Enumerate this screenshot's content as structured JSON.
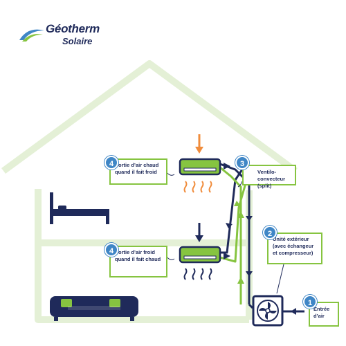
{
  "logo": {
    "line1": "Géotherm",
    "line2": "Solaire"
  },
  "steps": [
    {
      "number": "1",
      "label": "Entrée d’air"
    },
    {
      "number": "2",
      "label": "Unité extérieur (avec échangeur et compresseur)"
    },
    {
      "number": "3",
      "label": "Ventilo-convecteur (split)"
    },
    {
      "number": "4",
      "label": "Sortie d’air chaud quand il fait froid"
    },
    {
      "number": "4",
      "label": "Sortie d’air froid quand il fait chaud"
    }
  ],
  "colors": {
    "house": "#e4f0d6",
    "navy": "#1f2a5a",
    "green": "#86c440",
    "orange": "#f08c3c",
    "badge": "#3f86c6"
  },
  "icons": [
    "logo-mark-icon",
    "bed-icon",
    "sofa-icon",
    "air-conditioner-icon",
    "heat-waves-icon",
    "cold-waves-icon",
    "fan-unit-icon",
    "arrow-down-icon"
  ]
}
